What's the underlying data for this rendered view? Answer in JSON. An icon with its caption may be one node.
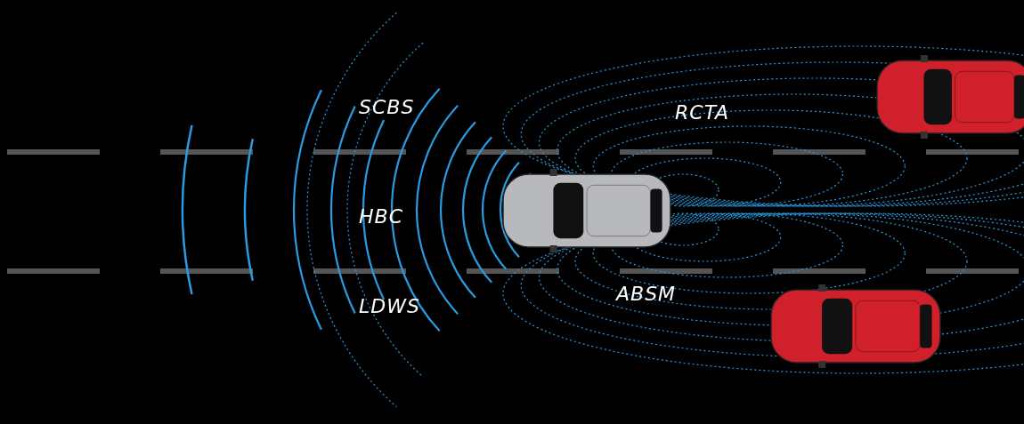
{
  "diagram": {
    "labels": [
      "SCBS",
      "RCTA",
      "HBC",
      "ABSM",
      "LDWS"
    ]
  }
}
